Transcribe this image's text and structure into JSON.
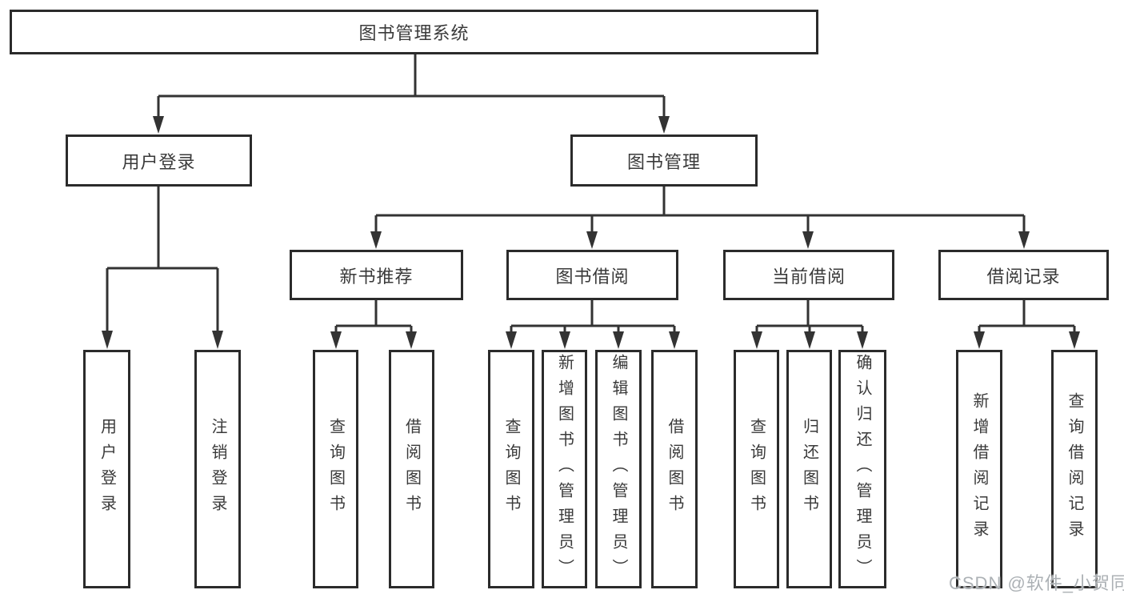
{
  "tree": {
    "root": {
      "label": "图书管理系统"
    },
    "branches": [
      {
        "label": "用户登录",
        "children": [
          {
            "label": "用户登录"
          },
          {
            "label": "注销登录"
          }
        ]
      },
      {
        "label": "图书管理",
        "children": [
          {
            "label": "新书推荐",
            "children": [
              {
                "label": "查询图书"
              },
              {
                "label": "借阅图书"
              }
            ]
          },
          {
            "label": "图书借阅",
            "children": [
              {
                "label": "查询图书"
              },
              {
                "label": "新增图书（管理员）"
              },
              {
                "label": "编辑图书（管理员）"
              },
              {
                "label": "借阅图书"
              }
            ]
          },
          {
            "label": "当前借阅",
            "children": [
              {
                "label": "查询图书"
              },
              {
                "label": "归还图书"
              },
              {
                "label": "确认归还（管理员）"
              }
            ]
          },
          {
            "label": "借阅记录",
            "children": [
              {
                "label": "新增借阅记录"
              },
              {
                "label": "查询借阅记录"
              }
            ]
          }
        ]
      }
    ]
  },
  "watermark": {
    "text": "CSDN @软件_小贺同学"
  },
  "colors": {
    "line": "#333333",
    "box_border": "#2b2b2b",
    "text": "#3a3a3a",
    "watermark": "#9ea3a8",
    "background": "#ffffff"
  }
}
